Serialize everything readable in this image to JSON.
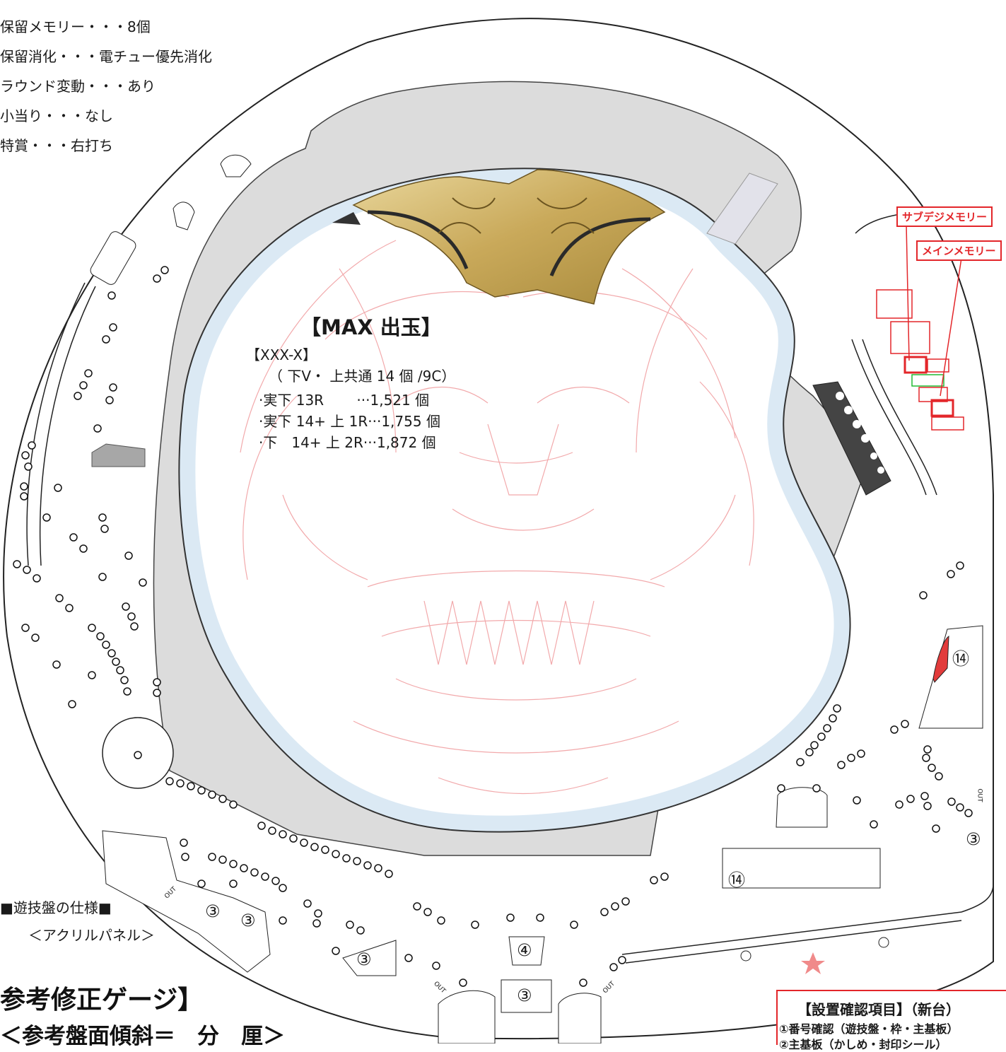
{
  "spec_lines": [
    {
      "text": "保留メモリー・・・8個"
    },
    {
      "text": "保留消化・・・電チュー優先消化"
    },
    {
      "text": "ラウンド変動・・・あり"
    },
    {
      "text": "小当り・・・なし"
    },
    {
      "text": "特賞・・・右打ち"
    }
  ],
  "memory_labels": {
    "sub": "サブデジメモリー",
    "main": "メインメモリー"
  },
  "max_payout": {
    "title": "【MAX 出玉】",
    "code": "【XXX-X】",
    "condition": "（ 下V・ 上共通 14 個 /9C）",
    "rows": [
      "·実下 13R　　 ···1,521 個",
      "·実下 14+ 上 1R···1,755 個",
      "·下　14+ 上 2R···1,872 個"
    ]
  },
  "pockets": {
    "three": "③",
    "four": "④",
    "fourteen": "⑭",
    "out": "OUT"
  },
  "board_spec": {
    "title": "■遊技盤の仕様■",
    "subtitle": "＜アクリルパネル＞"
  },
  "gauge": {
    "title": "参考修正ゲージ】",
    "tilt": "＜参考盤面傾斜＝　分　厘＞"
  },
  "checklist": {
    "title": "【設置確認項目】（新台）",
    "items": [
      "①番号確認（遊技盤・枠・主基板）",
      "②主基板（かしめ・封印シール）"
    ]
  },
  "colors": {
    "accent_red": "#e3262a",
    "rail_blue": "#dbe9f4",
    "art_pink": "#f2a9ab",
    "gold": "#c9a95a"
  }
}
